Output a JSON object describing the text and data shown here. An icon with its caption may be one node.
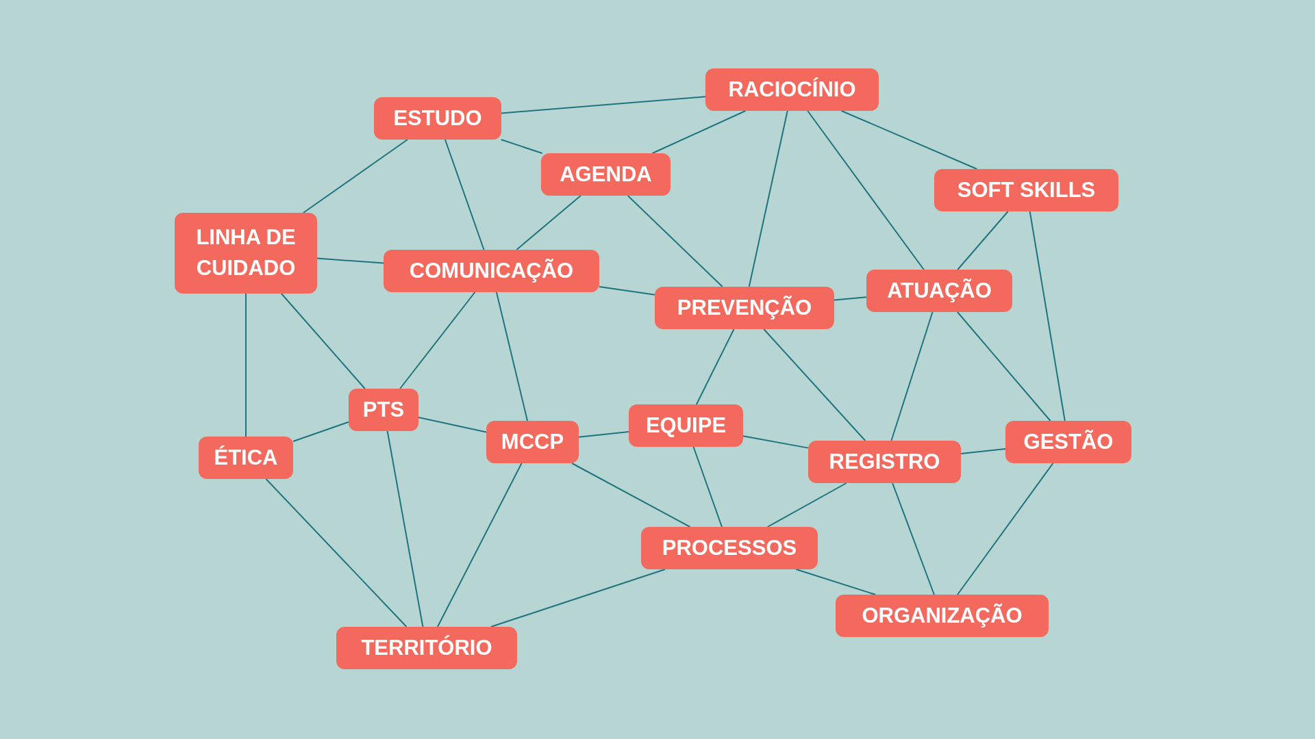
{
  "diagram": {
    "nodes": [
      {
        "text": [
          "RACIOCÍNIO"
        ]
      },
      {
        "text": [
          "ESTUDO"
        ]
      },
      {
        "text": [
          "AGENDA"
        ]
      },
      {
        "text": [
          "SOFT SKILLS"
        ]
      },
      {
        "text": [
          "LINHA DE CUIDADO"
        ]
      },
      {
        "text": [
          "COMUNICAÇÃO"
        ]
      },
      {
        "text": [
          "ATUAÇÃO"
        ]
      },
      {
        "text": [
          "PREVENÇÃO"
        ]
      },
      {
        "text": [
          "PTS"
        ]
      },
      {
        "text": [
          "ÉTICA"
        ]
      },
      {
        "text": [
          "MCCP"
        ]
      },
      {
        "text": [
          "EQUIPE"
        ]
      },
      {
        "text": [
          "REGISTRO"
        ]
      },
      {
        "text": [
          "GESTÃO"
        ]
      },
      {
        "text": [
          "PROCESSOS"
        ]
      },
      {
        "text": [
          "ORGANIZAÇÃO"
        ]
      },
      {
        "text": [
          "TERRITÓRIO"
        ]
      }
    ],
    "edges": [
      {
        "from": 1,
        "to": 0,
        "arrow": "none"
      },
      {
        "from": 1,
        "to": 2,
        "arrow": "none"
      },
      {
        "from": 0,
        "to": 2,
        "arrow": "none"
      },
      {
        "from": 0,
        "to": 3,
        "arrow": "none"
      },
      {
        "from": 0,
        "to": 7,
        "arrow": "none"
      },
      {
        "from": 0,
        "to": 6,
        "arrow": "none"
      },
      {
        "from": 1,
        "to": 4,
        "arrow": "none"
      },
      {
        "from": 1,
        "to": 5,
        "arrow": "none"
      },
      {
        "from": 2,
        "to": 5,
        "arrow": "none"
      },
      {
        "from": 2,
        "to": 7,
        "arrow": "none"
      },
      {
        "from": 4,
        "to": 5,
        "arrow": "none"
      },
      {
        "from": 5,
        "to": 7,
        "arrow": "none"
      },
      {
        "from": 7,
        "to": 6,
        "arrow": "none"
      },
      {
        "from": 3,
        "to": 6,
        "arrow": "none"
      },
      {
        "from": 3,
        "to": 13,
        "arrow": "none"
      },
      {
        "from": 4,
        "to": 9,
        "arrow": "none"
      },
      {
        "from": 4,
        "to": 8,
        "arrow": "none"
      },
      {
        "from": 5,
        "to": 8,
        "arrow": "none"
      },
      {
        "from": 5,
        "to": 10,
        "arrow": "none"
      },
      {
        "from": 7,
        "to": 11,
        "arrow": "none"
      },
      {
        "from": 7,
        "to": 12,
        "arrow": "none"
      },
      {
        "from": 6,
        "to": 12,
        "arrow": "none"
      },
      {
        "from": 6,
        "to": 13,
        "arrow": "none"
      },
      {
        "from": 8,
        "to": 9,
        "arrow": "none"
      },
      {
        "from": 8,
        "to": 10,
        "arrow": "none"
      },
      {
        "from": 8,
        "to": 16,
        "arrow": "none"
      },
      {
        "from": 9,
        "to": 16,
        "arrow": "none"
      },
      {
        "from": 10,
        "to": 11,
        "arrow": "none"
      },
      {
        "from": 10,
        "to": 14,
        "arrow": "none"
      },
      {
        "from": 10,
        "to": 16,
        "arrow": "none"
      },
      {
        "from": 11,
        "to": 12,
        "arrow": "none"
      },
      {
        "from": 11,
        "to": 14,
        "arrow": "none"
      },
      {
        "from": 12,
        "to": 13,
        "arrow": "none"
      },
      {
        "from": 12,
        "to": 14,
        "arrow": "none"
      },
      {
        "from": 12,
        "to": 15,
        "arrow": "none"
      },
      {
        "from": 13,
        "to": 15,
        "arrow": "none"
      },
      {
        "from": 14,
        "to": 15,
        "arrow": "none"
      },
      {
        "from": 14,
        "to": 16,
        "arrow": "none"
      }
    ]
  }
}
